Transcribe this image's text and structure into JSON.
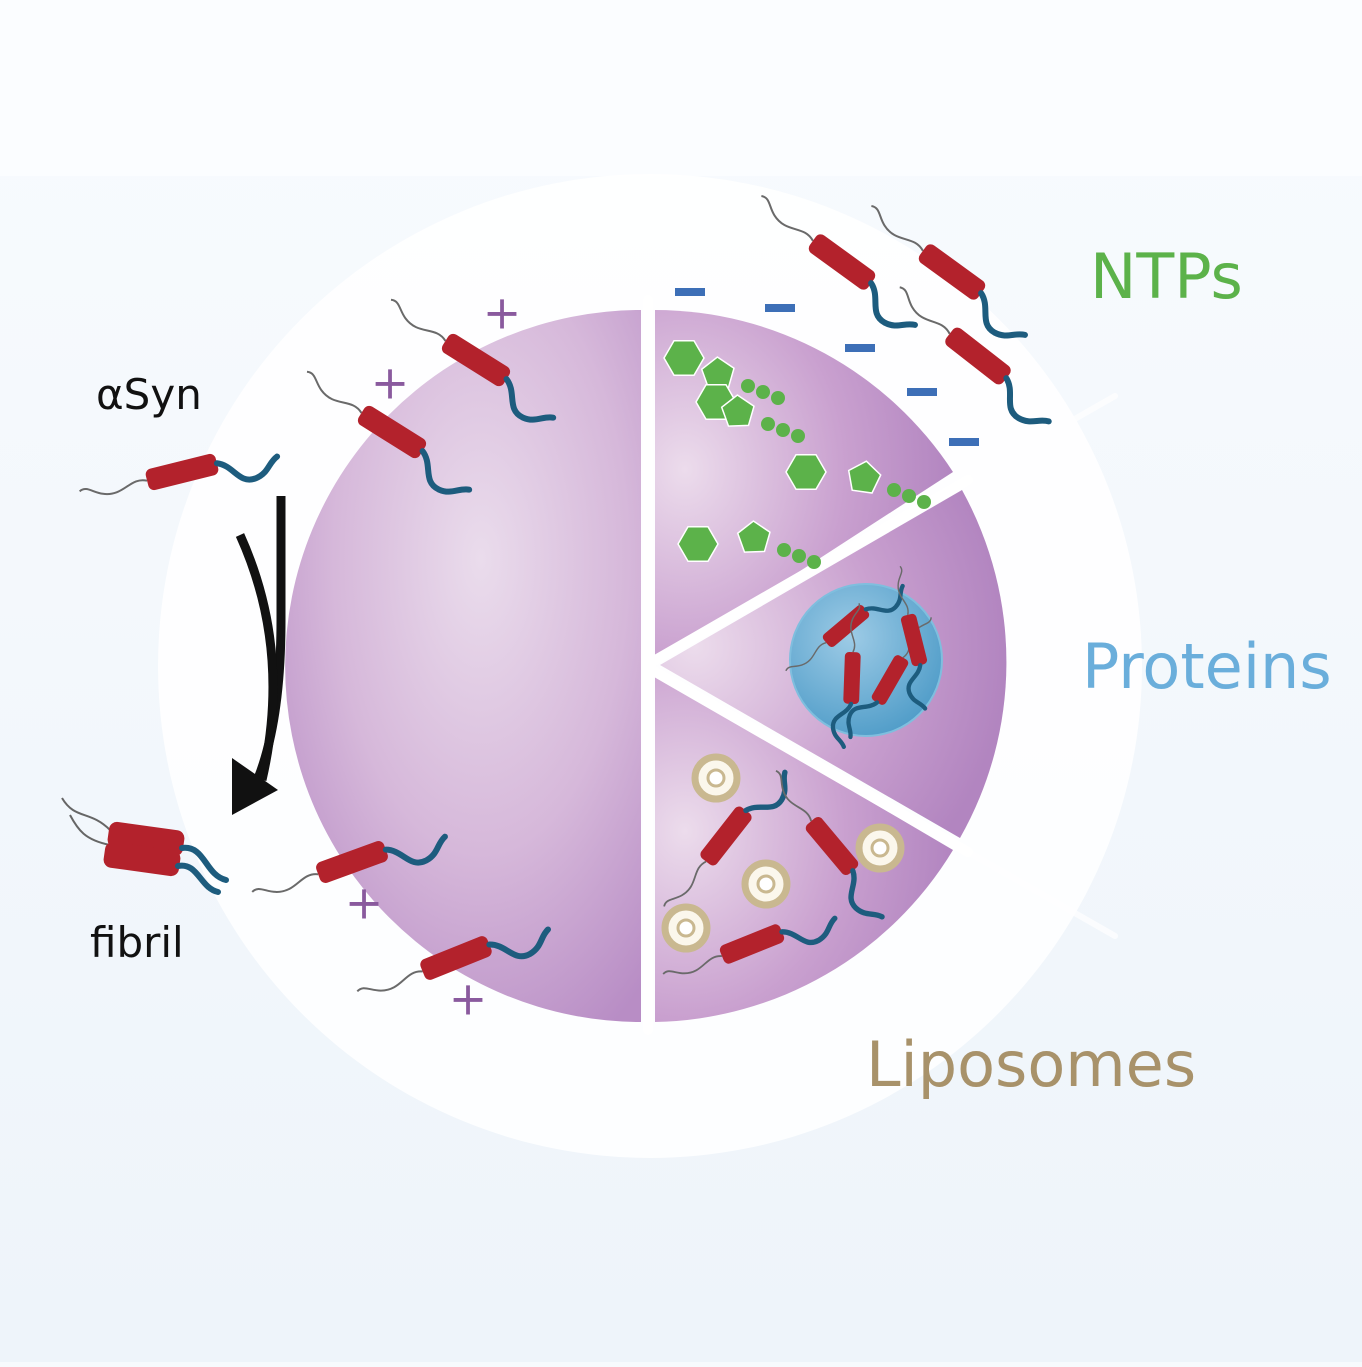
{
  "labels": {
    "asyn": "αSyn",
    "fibril": "fibril",
    "ntps": "NTPs",
    "proteins": "Proteins",
    "liposomes": "Liposomes"
  },
  "colors": {
    "background": "#f7fafd",
    "halo": "#ffffff",
    "sphere_light": "#ecdcec",
    "sphere_dark": "#b68cc4",
    "helix_red": "#b3222c",
    "tail_blue": "#1d5c7e",
    "ntp_green": "#5cb24a",
    "charge_plus": "#8a5a9e",
    "charge_minus": "#3d6fb7",
    "protein_droplet": "#5aa8d0",
    "liposome_ring": "#c9b890",
    "arrow": "#111111"
  },
  "charges": {
    "plus": "+",
    "minus": "−"
  }
}
